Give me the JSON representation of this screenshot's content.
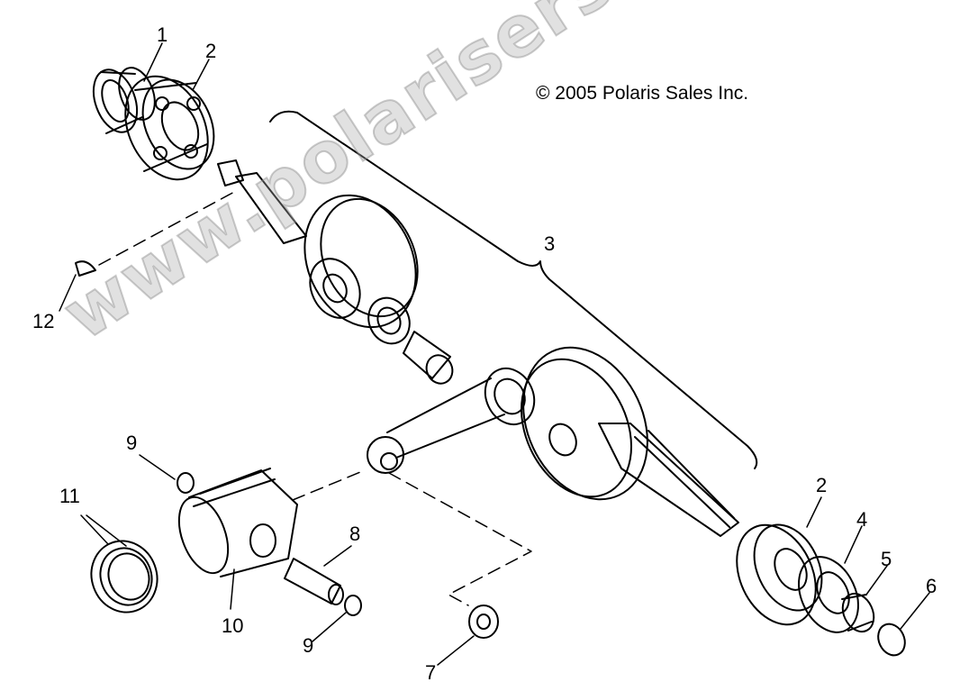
{
  "copyright": "© 2005 Polaris Sales Inc.",
  "watermark": "www.polarisersatzteile.de",
  "callouts": {
    "c1": "1",
    "c2a": "2",
    "c2b": "2",
    "c3": "3",
    "c4": "4",
    "c5": "5",
    "c6": "6",
    "c7": "7",
    "c8": "8",
    "c9a": "9",
    "c9b": "9",
    "c10": "10",
    "c11": "11",
    "c12": "12"
  },
  "colors": {
    "line": "#000000",
    "watermark": "#aaaaaa"
  }
}
